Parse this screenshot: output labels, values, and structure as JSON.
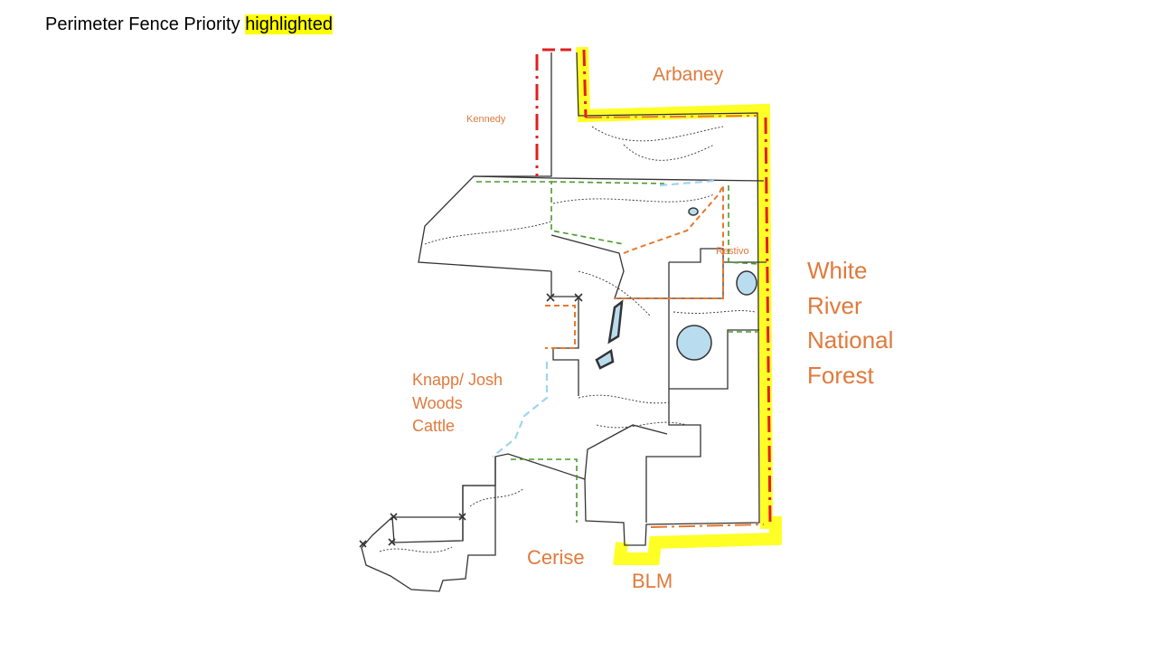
{
  "title": {
    "text": "Perimeter Fence Priority",
    "highlight": "highlighted"
  },
  "labels": {
    "arbaney": "Arbaney",
    "kennedy": "Kennedy",
    "restivo": "Restivo",
    "white_river": [
      "White",
      "River",
      "National",
      "Forest"
    ],
    "knapp": [
      "Knapp/ Josh",
      "Woods",
      "Cattle"
    ],
    "cerise": "Cerise",
    "blm": "BLM"
  },
  "colors": {
    "label_orange": "#e07a3c",
    "highlight_yellow": "#ffff00",
    "priority_fence_red": "#e02020",
    "neighbor_fence_orange": "#e8782e",
    "internal_fence_green": "#4a9a2a",
    "water_line_blue": "#9fd4ef",
    "pond_fill": "#b9dcef",
    "map_ink": "#333333"
  }
}
